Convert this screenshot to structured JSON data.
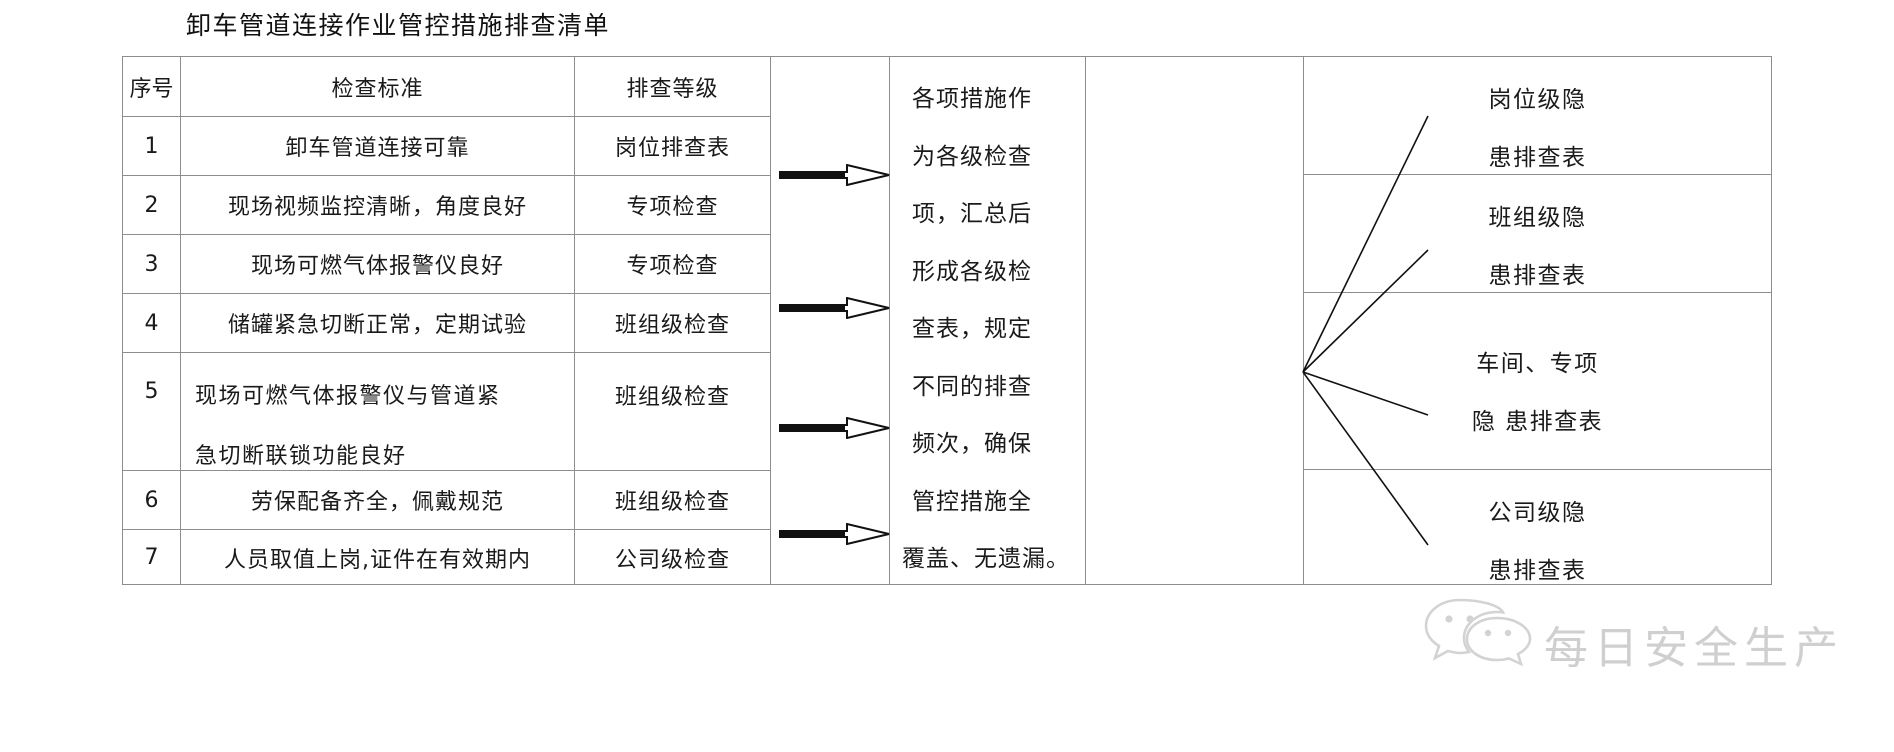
{
  "document": {
    "title": "卸车管道连接作业管控措施排查清单"
  },
  "checklist": {
    "headers": {
      "no": "序号",
      "standard": "检查标准",
      "level": "排查等级"
    },
    "rows": [
      {
        "no": "1",
        "standard": "卸车管道连接可靠",
        "level": "岗位排查表"
      },
      {
        "no": "2",
        "standard": "现场视频监控清晰，角度良好",
        "level": "专项检查"
      },
      {
        "no": "3",
        "standard": "现场可燃气体报警仪良好",
        "level": "专项检查"
      },
      {
        "no": "4",
        "standard": "储罐紧急切断正常，定期试验",
        "level": "班组级检查"
      },
      {
        "no": "5",
        "standard_line1": "现场可燃气体报警仪与管道紧",
        "standard_line2": "急切断联锁功能良好",
        "level": "班组级检查"
      },
      {
        "no": "6",
        "standard": "劳保配备齐全，佩戴规范",
        "level": "班组级检查"
      },
      {
        "no": "7",
        "standard": "人员取值上岗,证件在有效期内",
        "level": "公司级检查"
      }
    ]
  },
  "summary": {
    "lines": [
      "各项措施作",
      "为各级检查",
      "项，汇总后",
      "形成各级检",
      "查表，规定",
      "不同的排查",
      "频次，确保",
      "管控措施全",
      "覆盖、无遗漏。"
    ]
  },
  "outputs": [
    {
      "line1": "岗位级隐",
      "line2": "患排查表"
    },
    {
      "line1": "班组级隐",
      "line2": "患排查表"
    },
    {
      "line1": "车间、专项",
      "line2": "隐 患排查表"
    },
    {
      "line1": "公司级隐",
      "line2": "患排查表"
    }
  ],
  "watermark": {
    "text": "每日安全生产",
    "icon": "wechat-icon",
    "color": "#cfcfcf"
  },
  "style": {
    "border_color": "#8d8d8d",
    "text_color": "#1a1a1a",
    "background": "#ffffff"
  }
}
